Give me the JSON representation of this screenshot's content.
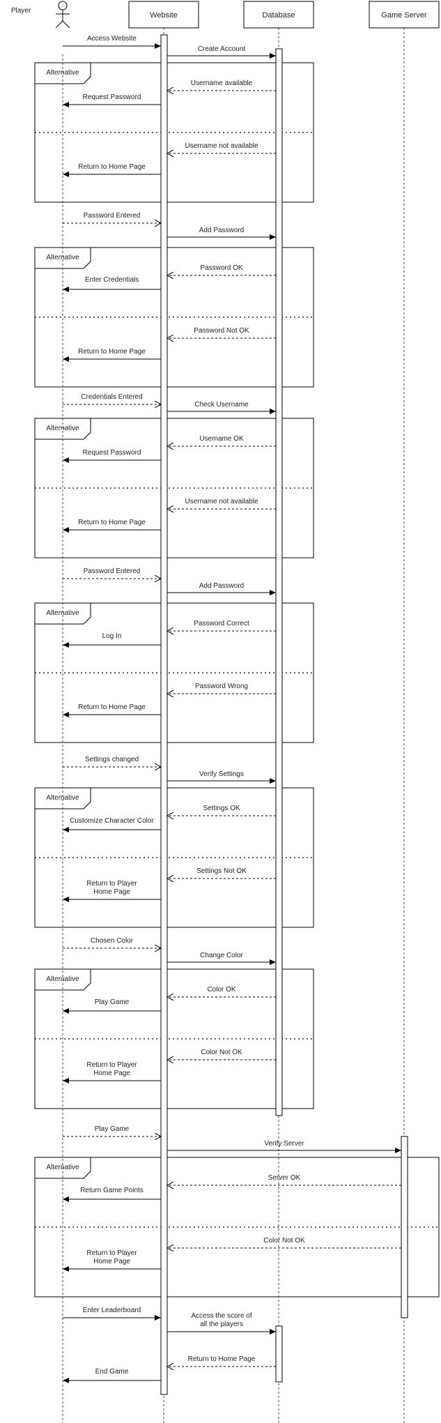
{
  "actor": "Player",
  "participants": [
    "Website",
    "Database",
    "Game Server"
  ],
  "fragment_label": "Alternative",
  "messages": [
    "Access Website",
    "Create Account",
    "Username available",
    "Request Password",
    "Username not available",
    "Return to Home Page",
    "Password Entered",
    "Add Password",
    "Password OK",
    "Enter Credentials",
    "Password Not OK",
    "Return to Home Page",
    "Credentials Entered",
    "Check Username",
    "Username OK",
    "Request Password",
    "Username not available",
    "Return to Home Page",
    "Password Entered",
    "Add Password",
    "Password Correct",
    "Log In",
    "Password Wrong",
    "Return to Home Page",
    "Settings changed",
    "Verify Settings",
    "Settings OK",
    "Customize Character Color",
    "Settings Not OK",
    [
      "Return to Player",
      "Home Page"
    ],
    "Chosen Color",
    "Change Color",
    "Color OK",
    "Play Game",
    "Color Not OK",
    [
      "Return to Player",
      "Home Page"
    ],
    "Play Game",
    "Verify Server",
    "Server OK",
    "Return Game Points",
    "Color Not OK",
    [
      "Return to Player",
      "Home Page"
    ],
    "Enter Leaderboard",
    [
      "Access the score of",
      "all the players"
    ],
    "Return to Home Page",
    "End Game"
  ]
}
